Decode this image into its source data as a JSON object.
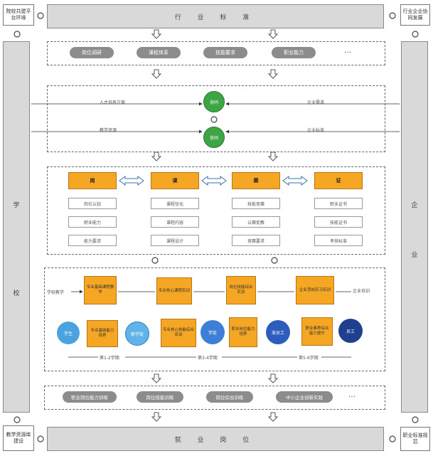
{
  "top": {
    "left_corner": "院校共建平台环境",
    "bar": "行 业 标 准",
    "right_corner": "行业企业协同发展"
  },
  "bottom": {
    "left_corner": "教学资源库建设",
    "bar": "就 业 岗 位",
    "right_corner": "职业标准规范"
  },
  "sides": {
    "left_top": "学",
    "left_bottom": "校",
    "right_top": "企",
    "right_bottom": "业"
  },
  "row1": {
    "pills": [
      "岗位调研",
      "课程体系",
      "技能要求",
      "职业能力"
    ],
    "ellipsis": "…"
  },
  "row2": {
    "node1": "协同",
    "node2": "协同",
    "left_label_1": "人才培养方案",
    "left_label_2": "教学资源",
    "right_label_1": "企业需求",
    "right_label_2": "企业标准"
  },
  "columns": [
    {
      "head": "岗",
      "items": [
        "岗位认知",
        "职业能力",
        "能力要求"
      ]
    },
    {
      "head": "课",
      "items": [
        "课程优化",
        "课程内容",
        "课程设计"
      ]
    },
    {
      "head": "赛",
      "items": [
        "技能竞赛",
        "以赛促教",
        "竞赛要求"
      ]
    },
    {
      "head": "证",
      "items": [
        "职业证书",
        "技能证书",
        "考核标准"
      ]
    }
  ],
  "row4": {
    "left_label": "学校教学",
    "right_label": "企业培训",
    "top_boxes": [
      "专业基础课程教学",
      "专业核心课程实训",
      "岗位技能综合实训",
      "企业顶岗实习实训"
    ],
    "circles": [
      "学生",
      "新学徒",
      "学徒",
      "准员工",
      "员工"
    ],
    "chevrons": [
      "专业基础能力培养",
      "专业核心技能综合实训",
      "职业岗位能力培养",
      "职业素养综合能力提升"
    ],
    "terms": [
      "第1-2学期",
      "第3-4学期",
      "第5-6学期"
    ]
  },
  "row5": {
    "pills": [
      "职业岗位能力训练",
      "岗位技能训练",
      "岗位综合训练",
      "中小企业创新实践"
    ],
    "ellipsis": "…"
  },
  "colors": {
    "orange": "#f5a623",
    "green": "#3da544",
    "blue": "#4aa3df",
    "dark_blue": "#1f3f8f",
    "gray": "#d9d9d9"
  }
}
